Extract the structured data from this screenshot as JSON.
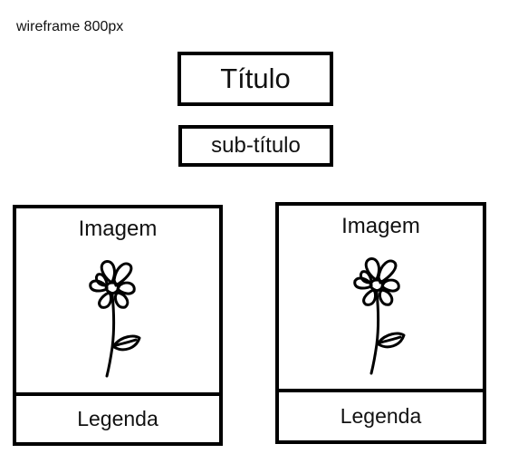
{
  "note": "wireframe 800px",
  "title": "Título",
  "subtitle": "sub-título",
  "cards": [
    {
      "image_label": "Imagem",
      "caption": "Legenda",
      "icon": "flower-sketch-icon"
    },
    {
      "image_label": "Imagem",
      "caption": "Legenda",
      "icon": "flower-sketch-icon"
    }
  ]
}
